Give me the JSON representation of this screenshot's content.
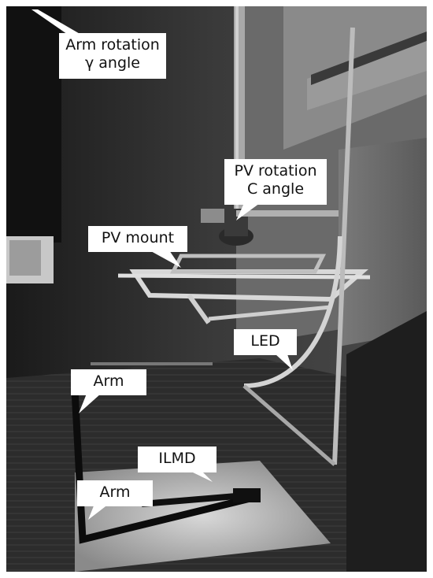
{
  "labels": {
    "arm_rotation_line1": "Arm rotation",
    "arm_rotation_line2": "γ angle",
    "pv_rotation_line1": "PV rotation",
    "pv_rotation_line2": "C angle",
    "pv_mount": "PV mount",
    "led": "LED",
    "arm_upper": "Arm",
    "ilmd": "ILMD",
    "arm_lower": "Arm"
  },
  "colors": {
    "label_background": "#ffffff",
    "label_text": "#111111",
    "frame": "#ffffff"
  }
}
